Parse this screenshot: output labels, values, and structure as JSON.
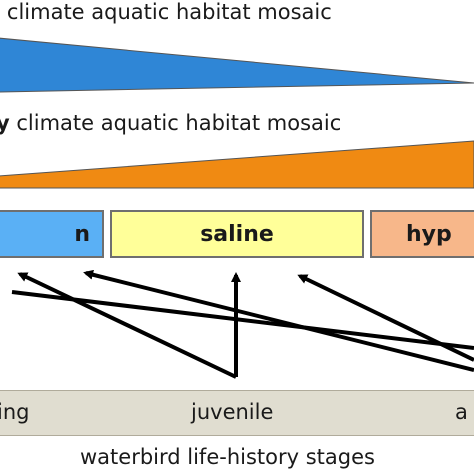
{
  "climate_gradients": {
    "top": {
      "text": "t climate aquatic habitat mosaic",
      "color": "#2f86d6"
    },
    "middle": {
      "bold_text": "y",
      "text": " climate aquatic habitat mosaic",
      "color": "#f08a12"
    }
  },
  "habitats": [
    {
      "label": "n",
      "color": "#5ab0f5"
    },
    {
      "label": "saline",
      "color": "#ffff99"
    },
    {
      "label": "hyp",
      "color": "#f7b78a"
    }
  ],
  "stages": {
    "bar_color": "#e0ddd0",
    "items": [
      "ing",
      "juvenile",
      "a"
    ],
    "caption": "waterbird life-history stages"
  },
  "arrow_color": "#000000"
}
